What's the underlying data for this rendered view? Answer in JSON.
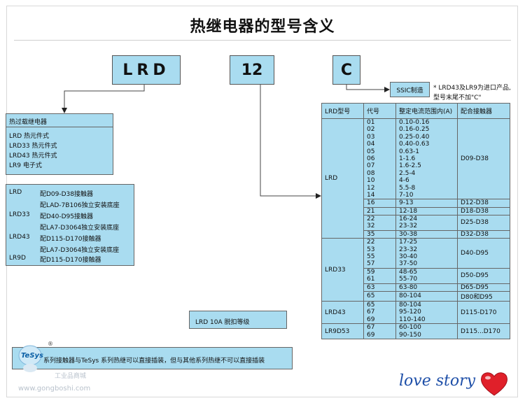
{
  "title": "热继电器的型号含义",
  "codes": {
    "series": "LRD",
    "rating": "12",
    "suffix": "C"
  },
  "overload_box": {
    "header": "热过载继电器",
    "items": [
      "LRD 热元件式",
      "LRD33 热元件式",
      "LRD43 热元件式",
      "LR9 电子式"
    ]
  },
  "contactor_box": {
    "rows": [
      {
        "model": "LRD",
        "text": "配D09-D38接触器"
      },
      {
        "model": "",
        "text": "配LAD-7B106独立安装底座"
      },
      {
        "model": "LRD33",
        "text": "配D40-D95接触器"
      },
      {
        "model": "",
        "text": "配LA7-D3064独立安装底座"
      },
      {
        "model": "LRD43",
        "text": "配D115-D170接触器"
      },
      {
        "model": "",
        "text": "配LA7-D3064独立安装底座"
      },
      {
        "model": "LR9D",
        "text": "配D115-D170接触器"
      }
    ]
  },
  "ssic": {
    "label": "SSIC制造",
    "note_line1": "* LRD43及LR9为进口产品,",
    "note_line2": "型号末尾不加\"C\""
  },
  "table": {
    "headers": [
      "LRD型号",
      "代号",
      "整定电流范围内(A)",
      "配合接触器"
    ],
    "groups": [
      {
        "model": "LRD",
        "blocks": [
          {
            "codes": [
              "01",
              "02",
              "03",
              "04",
              "05",
              "06",
              "07",
              "08",
              "10",
              "12",
              "14"
            ],
            "ranges": [
              "0.10-0.16",
              "0.16-0.25",
              "0.25-0.40",
              "0.40-0.63",
              "0.63-1",
              "1-1.6",
              "1.6-2.5",
              "2.5-4",
              "4-6",
              "5.5-8",
              "7-10"
            ],
            "contactor": "D09-D38"
          },
          {
            "codes": [
              "16"
            ],
            "ranges": [
              "9-13"
            ],
            "contactor": "D12-D38"
          },
          {
            "codes": [
              "21"
            ],
            "ranges": [
              "12-18"
            ],
            "contactor": "D18-D38"
          },
          {
            "codes": [
              "22",
              "32"
            ],
            "ranges": [
              "16-24",
              "23-32"
            ],
            "contactor": "D25-D38"
          },
          {
            "codes": [
              "35"
            ],
            "ranges": [
              "30-38"
            ],
            "contactor": "D32-D38"
          }
        ]
      },
      {
        "model": "LRD33",
        "blocks": [
          {
            "codes": [
              "22",
              "53",
              "55",
              "57"
            ],
            "ranges": [
              "17-25",
              "23-32",
              "30-40",
              "37-50"
            ],
            "contactor": "D40-D95"
          },
          {
            "codes": [
              "59",
              "61"
            ],
            "ranges": [
              "48-65",
              "55-70"
            ],
            "contactor": "D50-D95"
          },
          {
            "codes": [
              "63"
            ],
            "ranges": [
              "63-80"
            ],
            "contactor": "D65-D95"
          },
          {
            "codes": [
              "65"
            ],
            "ranges": [
              "80-104"
            ],
            "contactor": "D80和D95"
          }
        ]
      },
      {
        "model": "LRD43",
        "blocks": [
          {
            "codes": [
              "65",
              "67",
              "69"
            ],
            "ranges": [
              "80-104",
              "95-120",
              "110-140"
            ],
            "contactor": "D115-D170"
          }
        ]
      },
      {
        "model": "LR9D53",
        "blocks": [
          {
            "codes": [
              "67",
              "69"
            ],
            "ranges": [
              "60-100",
              "90-150"
            ],
            "contactor": "D115...D170"
          }
        ]
      }
    ]
  },
  "trip_class": "LRD 10A 脱扣等级",
  "bottom_note": "系列接触器与TeSys 系列热继可以直接插装，但与其他系列热继不可以直接插装",
  "watermark": {
    "logo_text": "TeSys",
    "reg_mark": "®",
    "site_cn": "工业品商城",
    "site": "www.gongboshi.com",
    "love": "love story"
  },
  "colors": {
    "box_fill": "#a9dcf0",
    "border": "#666666",
    "love_text": "#1e4fa8",
    "heart": "#e0202a"
  }
}
